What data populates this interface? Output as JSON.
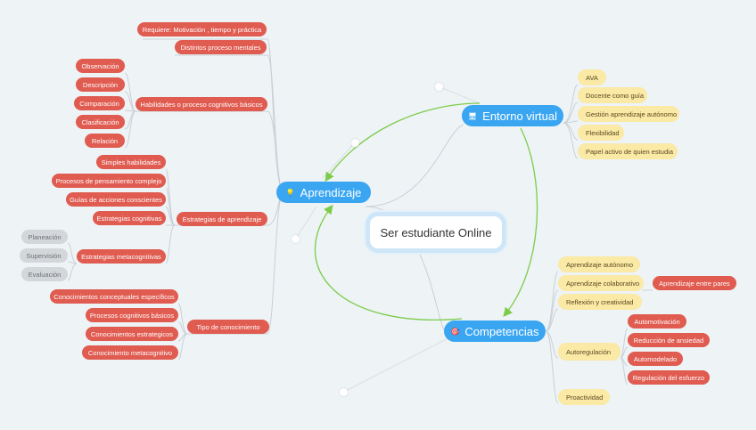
{
  "center": "Ser estudiante Online",
  "branches": {
    "aprendizaje": {
      "label": "Aprendizaje",
      "icon": "lightbulb-icon",
      "items": {
        "requiere": "Requiere: Motivación , tiempo y práctica",
        "distintos": "Distintos proceso mentales",
        "habilidades": {
          "label": "Habilidades o proceso cognitivos básicos",
          "children": [
            "Observación",
            "Descripción",
            "Comparación",
            "Clasificación",
            "Relación"
          ]
        },
        "estrategias": {
          "label": "Estrategias de aprendizaje",
          "children": [
            "Simples habilidades",
            "Procesos de pensamiento complejo",
            "Guías de acciones conscientes",
            "Estrategias cognitivas"
          ],
          "meta": {
            "label": "Estrategias metacognitivas",
            "children": [
              "Planeación",
              "Supervisión",
              "Evaluación"
            ]
          }
        },
        "tipo": {
          "label": "Tipo de conocimiento",
          "children": [
            "Conocimientos conceptuales específicos",
            "Procesos cognitivos básicos",
            "Conocimientos estrategicos",
            "Conocimiento metacognitivo"
          ]
        }
      }
    },
    "entorno": {
      "label": "Entorno virtual",
      "icon": "computer-icon",
      "children": [
        "AVA",
        "Docente como guía",
        "Gestión aprendizaje autónomo",
        "Flexibilidad",
        "Papel activo de quien estudia"
      ]
    },
    "competencias": {
      "label": "Competencias",
      "icon": "target-icon",
      "items": {
        "autonomo": "Aprendizaje autónomo",
        "colaborativo": {
          "label": "Aprendizaje colaborativo",
          "child": "Aprendizaje entre pares"
        },
        "reflexion": "Reflexión y creatividad",
        "autorregulacion": {
          "label": "Autoregulación",
          "children": [
            "Automotivación",
            "Reducción de ansiedad",
            "Automodelado",
            "Regulación del esfuerzo"
          ]
        },
        "proactividad": "Proactividad"
      }
    }
  },
  "colors": {
    "red_node": "#e05b50",
    "yellow_node": "#fbe9a6",
    "grey_node": "#d4d7da",
    "blue_node": "#3aa6f2",
    "relation_arrow": "#7ccc4a",
    "connector": "#c9d0d5"
  }
}
